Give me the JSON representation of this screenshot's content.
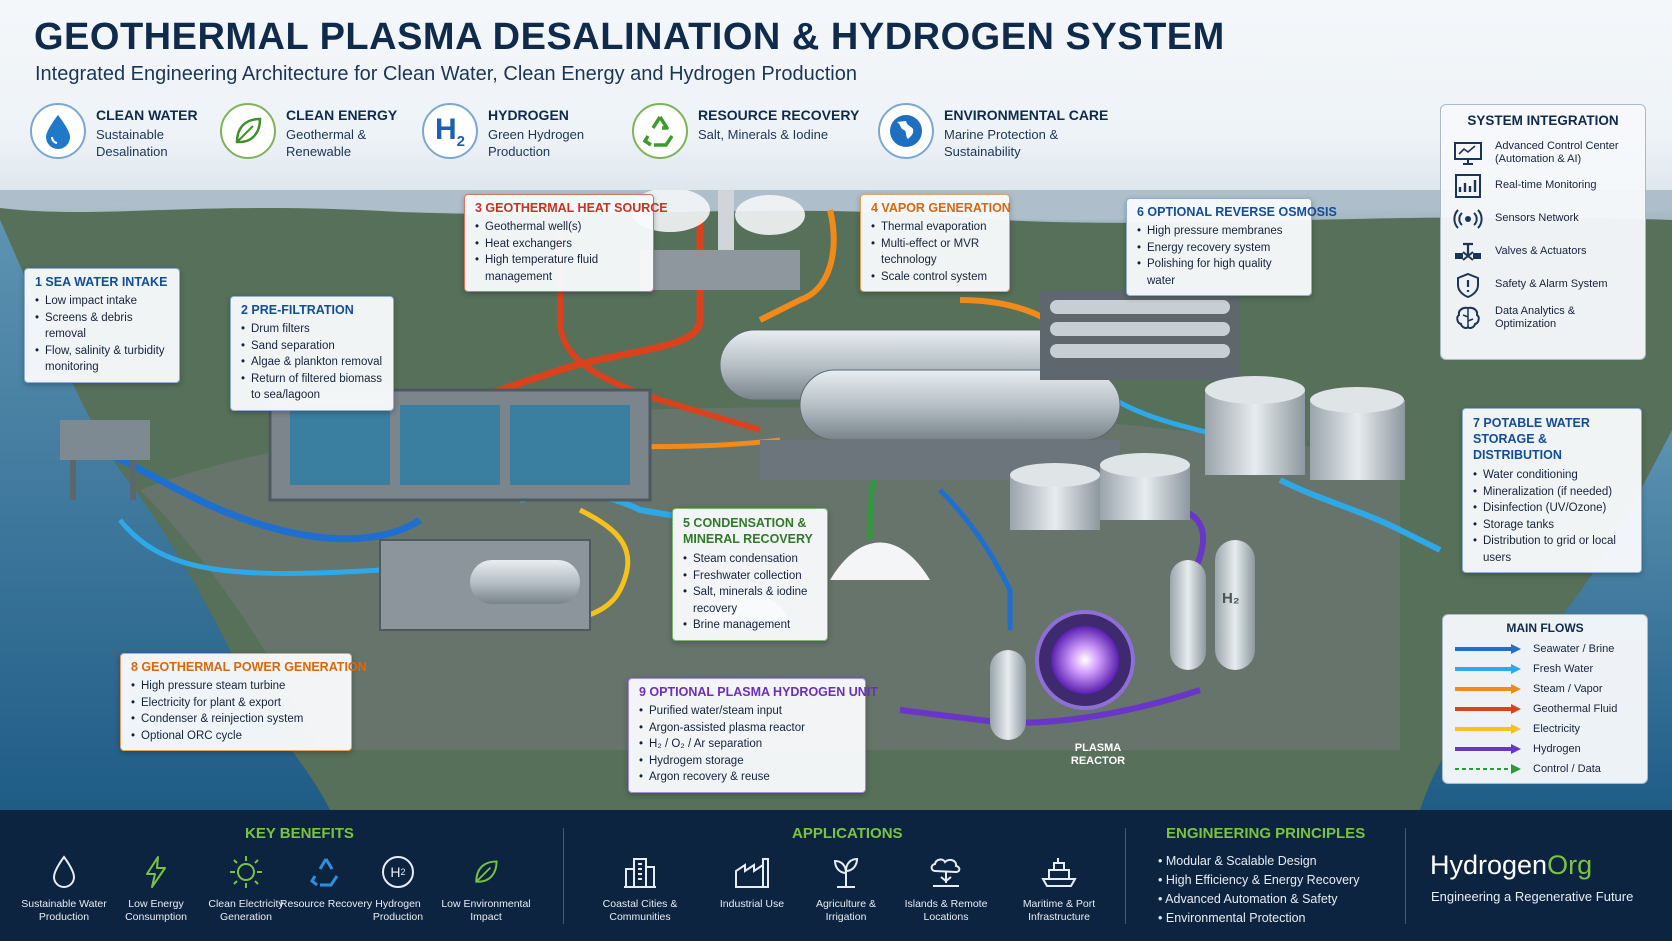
{
  "header": {
    "title": "GEOTHERMAL PLASMA DESALINATION & HYDROGEN SYSTEM",
    "subtitle": "Integrated Engineering Architecture for Clean Water, Clean Energy and Hydrogen Production",
    "features": [
      {
        "title": "CLEAN WATER",
        "text": "Sustainable Desalination",
        "icon": "water-drop-icon"
      },
      {
        "title": "CLEAN ENERGY",
        "text": "Geothermal & Renewable",
        "icon": "leaf-icon"
      },
      {
        "title": "HYDROGEN",
        "text": "Green Hydrogen Production",
        "icon": "h2-icon",
        "icon_text": "H",
        "icon_sub": "2"
      },
      {
        "title": "RESOURCE RECOVERY",
        "text": "Salt, Minerals & Iodine",
        "icon": "recycle-icon"
      },
      {
        "title": "ENVIRONMENTAL CARE",
        "text": "Marine Protection & Sustainability",
        "icon": "globe-icon"
      }
    ]
  },
  "callouts": {
    "sea_intake": {
      "title": "1  SEA WATER INTAKE",
      "items": [
        "Low impact intake",
        "Screens & debris removal",
        "Flow, salinity & turbidity monitoring"
      ]
    },
    "prefiltration": {
      "title": "2  PRE-FILTRATION",
      "items": [
        "Drum filters",
        "Sand separation",
        "Algae & plankton removal",
        "Return of filtered biomass to sea/lagoon"
      ]
    },
    "geo_heat": {
      "title": "3  GEOTHERMAL HEAT SOURCE",
      "items": [
        "Geothermal well(s)",
        "Heat exchangers",
        "High temperature fluid management"
      ]
    },
    "vapor": {
      "title": "4  VAPOR GENERATION",
      "items": [
        "Thermal evaporation",
        "Multi-effect or MVR technology",
        "Scale control system"
      ]
    },
    "condensation": {
      "title": "5  CONDENSATION & MINERAL RECOVERY",
      "items": [
        "Steam condensation",
        "Freshwater collection",
        "Salt, minerals & iodine recovery",
        "Brine management"
      ]
    },
    "ro": {
      "title": "6  OPTIONAL REVERSE OSMOSIS",
      "items": [
        "High pressure membranes",
        "Energy recovery system",
        "Polishing for high quality water"
      ]
    },
    "potable": {
      "title": "7  POTABLE WATER STORAGE & DISTRIBUTION",
      "items": [
        "Water conditioning",
        "Mineralization (if needed)",
        "Disinfection (UV/Ozone)",
        "Storage tanks",
        "Distribution to grid or local users"
      ]
    },
    "power": {
      "title": "8  GEOTHERMAL POWER GENERATION",
      "items": [
        "High pressure steam turbine",
        "Electricity for plant & export",
        "Condenser & reinjection system",
        "Optional ORC cycle"
      ]
    },
    "plasma": {
      "title": "9  OPTIONAL PLASMA HYDROGEN UNIT",
      "items": [
        "Purified water/steam input",
        "Argon-assisted plasma reactor",
        "H₂ / O₂ / Ar separation",
        "Hydrogem storage",
        "Argon recovery & reuse"
      ]
    }
  },
  "scene_labels": {
    "plasma_reactor": "PLASMA REACTOR",
    "h2_tank": "H₂"
  },
  "system_integration": {
    "title": "SYSTEM INTEGRATION",
    "items": [
      {
        "label": "Advanced Control Center (Automation & AI)",
        "icon": "monitor-icon"
      },
      {
        "label": "Real-time Monitoring",
        "icon": "chart-icon"
      },
      {
        "label": "Sensors Network",
        "icon": "sensor-icon"
      },
      {
        "label": "Valves & Actuators",
        "icon": "valve-icon"
      },
      {
        "label": "Safety & Alarm System",
        "icon": "shield-icon"
      },
      {
        "label": "Data Analytics & Optimization",
        "icon": "brain-icon"
      }
    ]
  },
  "legend": {
    "title": "MAIN FLOWS",
    "items": [
      {
        "label": "Seawater / Brine",
        "color": "#1f6fd1"
      },
      {
        "label": "Fresh Water",
        "color": "#2fa8e8"
      },
      {
        "label": "Steam / Vapor",
        "color": "#f28a1a"
      },
      {
        "label": "Geothermal Fluid",
        "color": "#d9421c"
      },
      {
        "label": "Electricity",
        "color": "#f4c21a"
      },
      {
        "label": "Hydrogen",
        "color": "#6a35c9"
      },
      {
        "label": "Control / Data",
        "color": "#2e9a3a"
      }
    ]
  },
  "footer": {
    "benefits_title": "KEY BENEFITS",
    "benefits": [
      {
        "label": "Sustainable Water Production",
        "icon": "drop-icon"
      },
      {
        "label": "Low Energy Consumption",
        "icon": "bolt-icon"
      },
      {
        "label": "Clean Electricity Generation",
        "icon": "sun-bulb-icon"
      },
      {
        "label": "Resource Recovery",
        "icon": "recycle-icon"
      },
      {
        "label": "Hydrogen Production",
        "icon": "h2-icon",
        "icon_text": "H",
        "icon_sub": "2"
      },
      {
        "label": "Low Environmental Impact",
        "icon": "leaf-icon"
      }
    ],
    "applications_title": "APPLICATIONS",
    "applications": [
      {
        "label": "Coastal Cities & Communities",
        "icon": "city-icon"
      },
      {
        "label": "Industrial Use",
        "icon": "factory-icon"
      },
      {
        "label": "Agriculture & Irrigation",
        "icon": "plant-icon"
      },
      {
        "label": "Islands & Remote Locations",
        "icon": "island-icon"
      },
      {
        "label": "Maritime & Port Infrastructure",
        "icon": "ship-icon"
      }
    ],
    "principles_title": "ENGINEERING PRINCIPLES",
    "principles": [
      "Modular & Scalable Design",
      "High Efficiency & Energy Recovery",
      "Advanced Automation & Safety",
      "Environmental Protection"
    ],
    "brand_name": "Hydrogen",
    "brand_suffix": "Org",
    "tagline": "Engineering a Regenerative Future"
  }
}
